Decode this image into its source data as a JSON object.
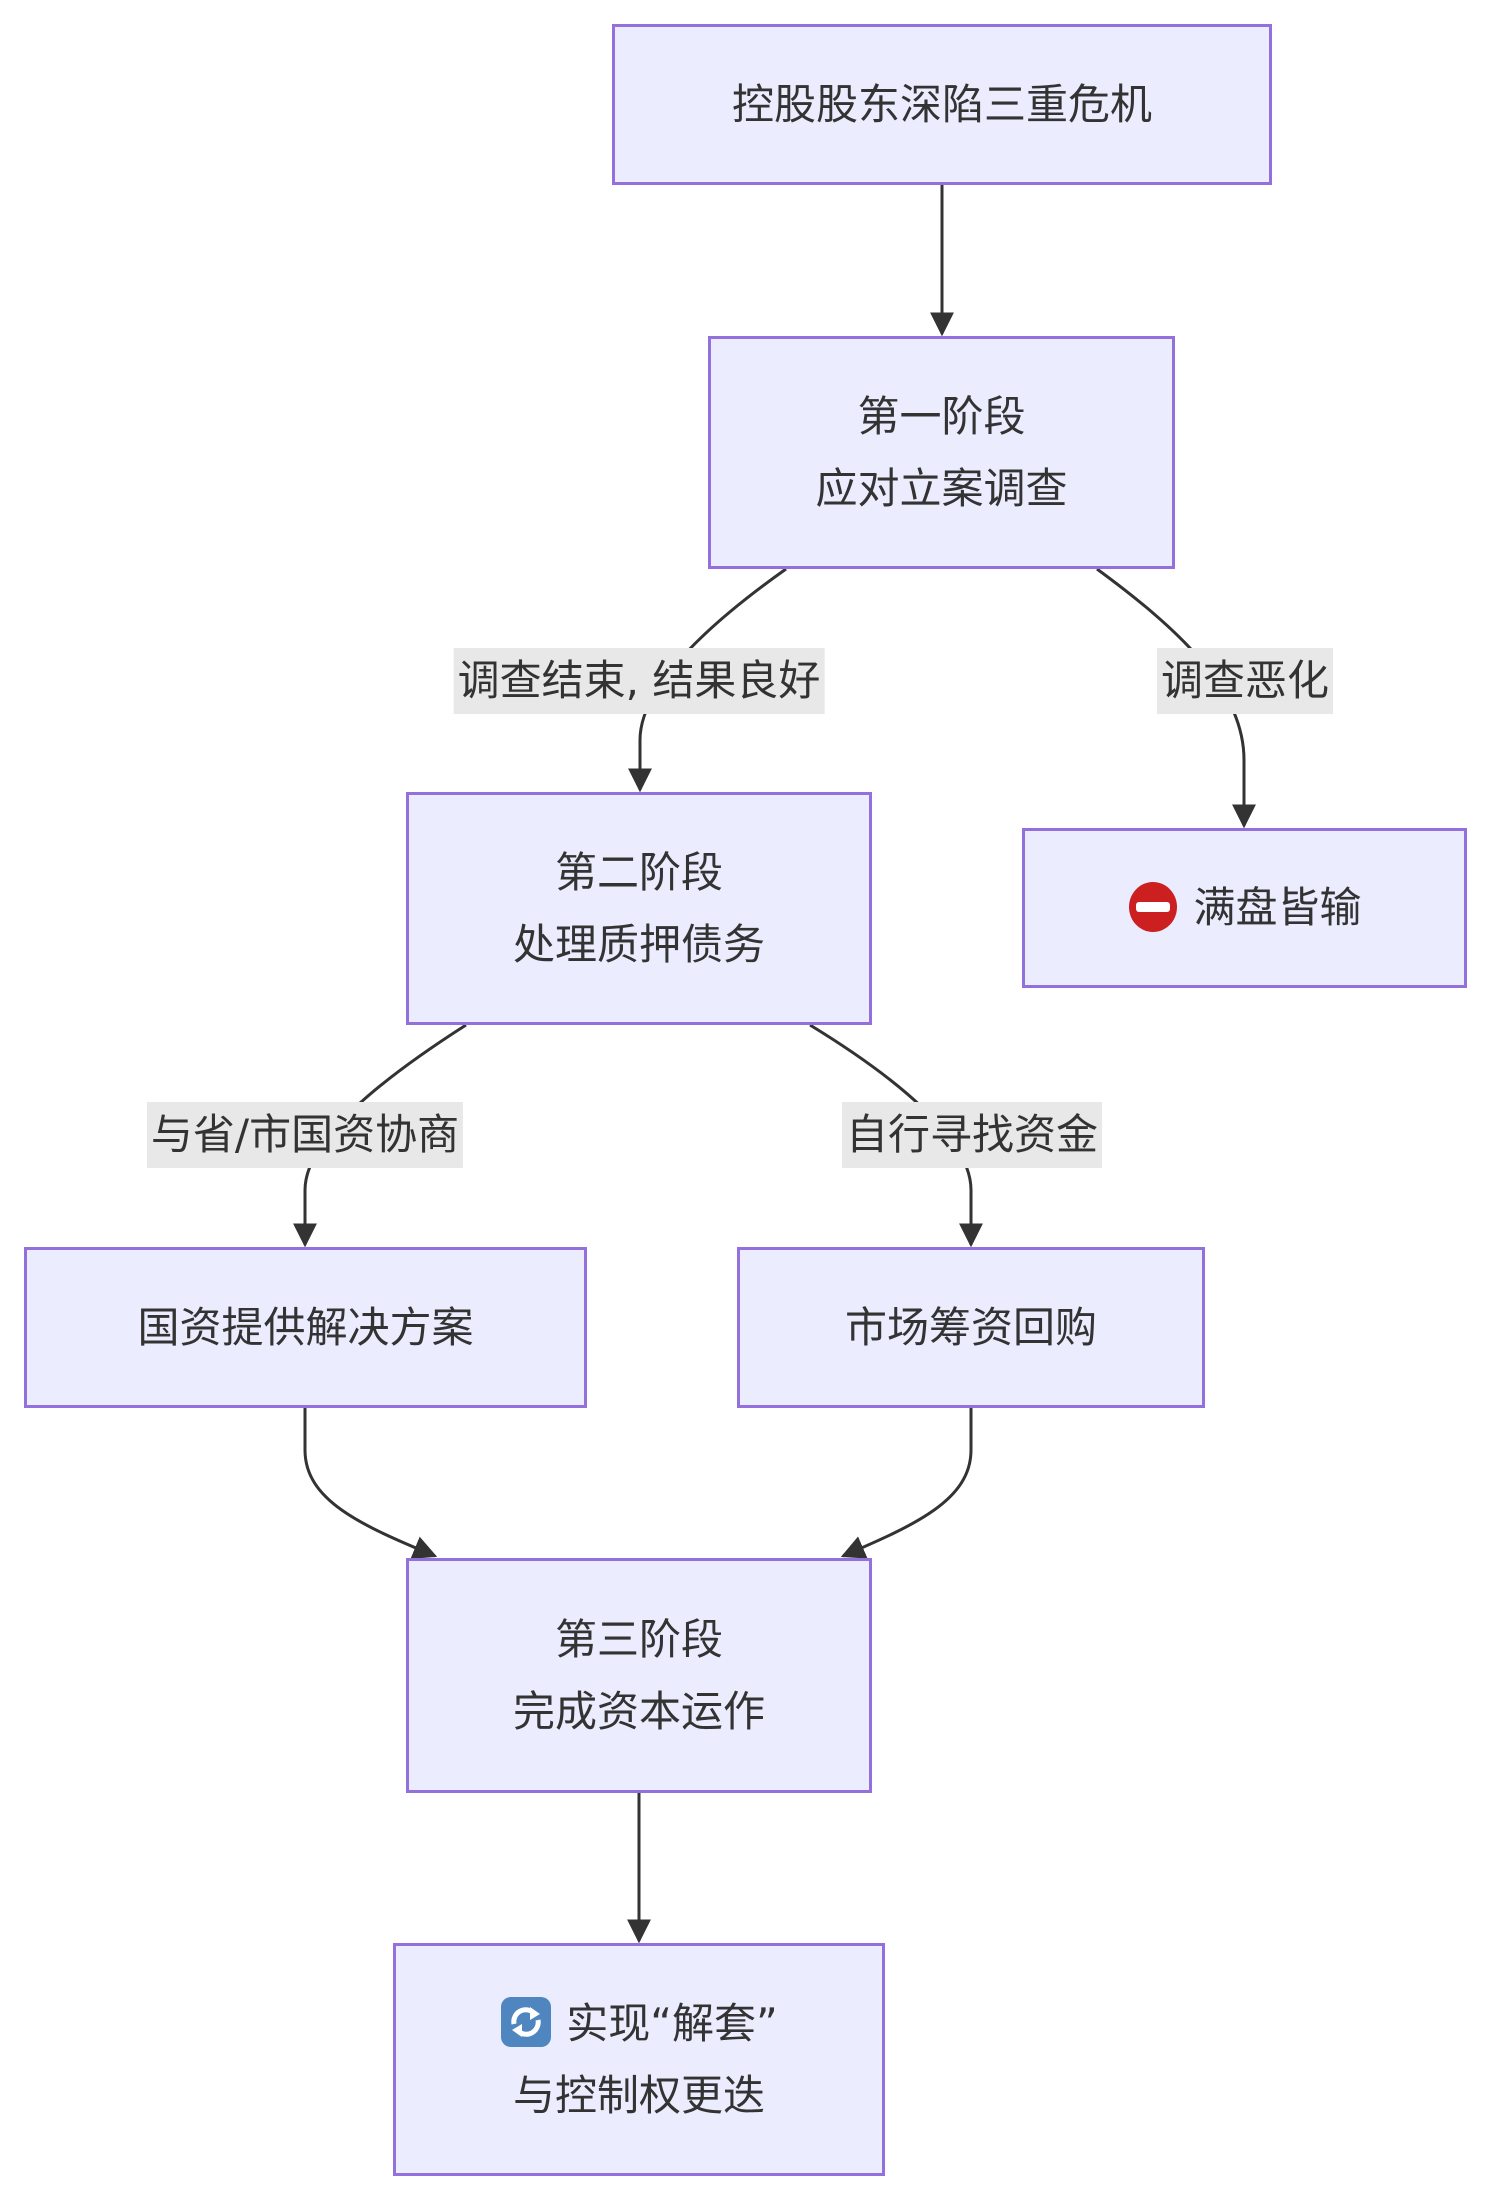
{
  "diagram": {
    "type": "flowchart",
    "colors": {
      "node_fill": "#ECECFF",
      "node_border": "#9370DB",
      "edge": "#333333",
      "label_bg": "#e8e8e8"
    },
    "nodes": {
      "crisis": {
        "lines": [
          "控股股东深陷三重危机"
        ]
      },
      "stage1": {
        "lines": [
          "第一阶段",
          "应对立案调查"
        ]
      },
      "stage2": {
        "lines": [
          "第二阶段",
          "处理质押债务"
        ]
      },
      "loss": {
        "icon": "no-entry-icon",
        "lines": [
          "满盘皆输"
        ]
      },
      "state": {
        "lines": [
          "国资提供解决方案"
        ]
      },
      "market": {
        "lines": [
          "市场筹资回购"
        ]
      },
      "stage3": {
        "lines": [
          "第三阶段",
          "完成资本运作"
        ]
      },
      "outcome": {
        "icon": "counterclockwise-arrows-icon",
        "lines": [
          "实现“解套”",
          "与控制权更迭"
        ]
      }
    },
    "edges": [
      {
        "from": "crisis",
        "to": "stage1",
        "label": ""
      },
      {
        "from": "stage1",
        "to": "stage2",
        "label": "调查结束, 结果良好"
      },
      {
        "from": "stage1",
        "to": "loss",
        "label": "调查恶化"
      },
      {
        "from": "stage2",
        "to": "state",
        "label": "与省/市国资协商"
      },
      {
        "from": "stage2",
        "to": "market",
        "label": "自行寻找资金"
      },
      {
        "from": "state",
        "to": "stage3",
        "label": ""
      },
      {
        "from": "market",
        "to": "stage3",
        "label": ""
      },
      {
        "from": "stage3",
        "to": "outcome",
        "label": ""
      }
    ]
  }
}
